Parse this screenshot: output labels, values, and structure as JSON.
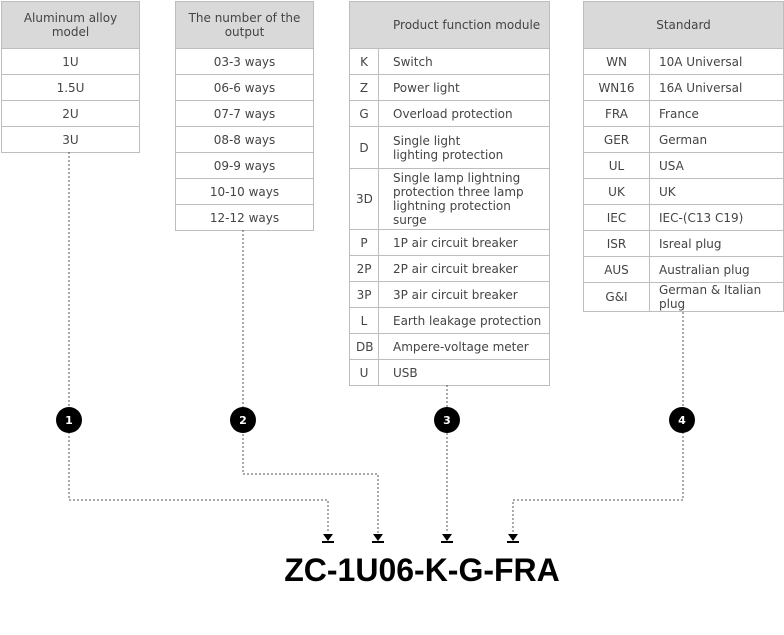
{
  "columns": [
    {
      "header": "Aluminum alloy model",
      "rows": [
        "1U",
        "1.5U",
        "2U",
        "3U"
      ]
    },
    {
      "header": "The number of the output",
      "rows": [
        "03-3 ways",
        "06-6 ways",
        "07-7 ways",
        "08-8 ways",
        "09-9 ways",
        "10-10 ways",
        "12-12 ways"
      ]
    },
    {
      "header": "Product  function module",
      "rows": [
        {
          "code": "K",
          "desc": "Switch"
        },
        {
          "code": "Z",
          "desc": "Power light"
        },
        {
          "code": "G",
          "desc": "Overload protection"
        },
        {
          "code": "D",
          "desc": "Single light\nlighting protection"
        },
        {
          "code": "3D",
          "desc": "Single lamp lightning\nprotection three lamp\nlightning protection surge"
        },
        {
          "code": "P",
          "desc": "1P air circuit breaker"
        },
        {
          "code": "2P",
          "desc": "2P air circuit breaker"
        },
        {
          "code": "3P",
          "desc": "3P air circuit breaker"
        },
        {
          "code": "L",
          "desc": "Earth leakage protection"
        },
        {
          "code": "DB",
          "desc": "Ampere-voltage meter"
        },
        {
          "code": "U",
          "desc": "USB"
        }
      ]
    },
    {
      "header": "Standard",
      "rows": [
        {
          "code": "WN",
          "desc": "10A Universal"
        },
        {
          "code": "WN16",
          "desc": "16A Universal"
        },
        {
          "code": "FRA",
          "desc": "France"
        },
        {
          "code": "GER",
          "desc": "German"
        },
        {
          "code": "UL",
          "desc": "USA"
        },
        {
          "code": "UK",
          "desc": "UK"
        },
        {
          "code": "IEC",
          "desc": "IEC-(C13 C19)"
        },
        {
          "code": "ISR",
          "desc": "Isreal plug"
        },
        {
          "code": "AUS",
          "desc": "Australian plug"
        },
        {
          "code": "G&I",
          "desc": "German & Italian plug"
        }
      ]
    }
  ],
  "badges": [
    "1",
    "2",
    "3",
    "4"
  ],
  "model_code": "ZC-1U06-K-G-FRA",
  "colors": {
    "header_bg": "#d9d9d9",
    "border": "#bdbdbd",
    "text": "#444444",
    "badge": "#000000",
    "model_code": "#000000"
  }
}
